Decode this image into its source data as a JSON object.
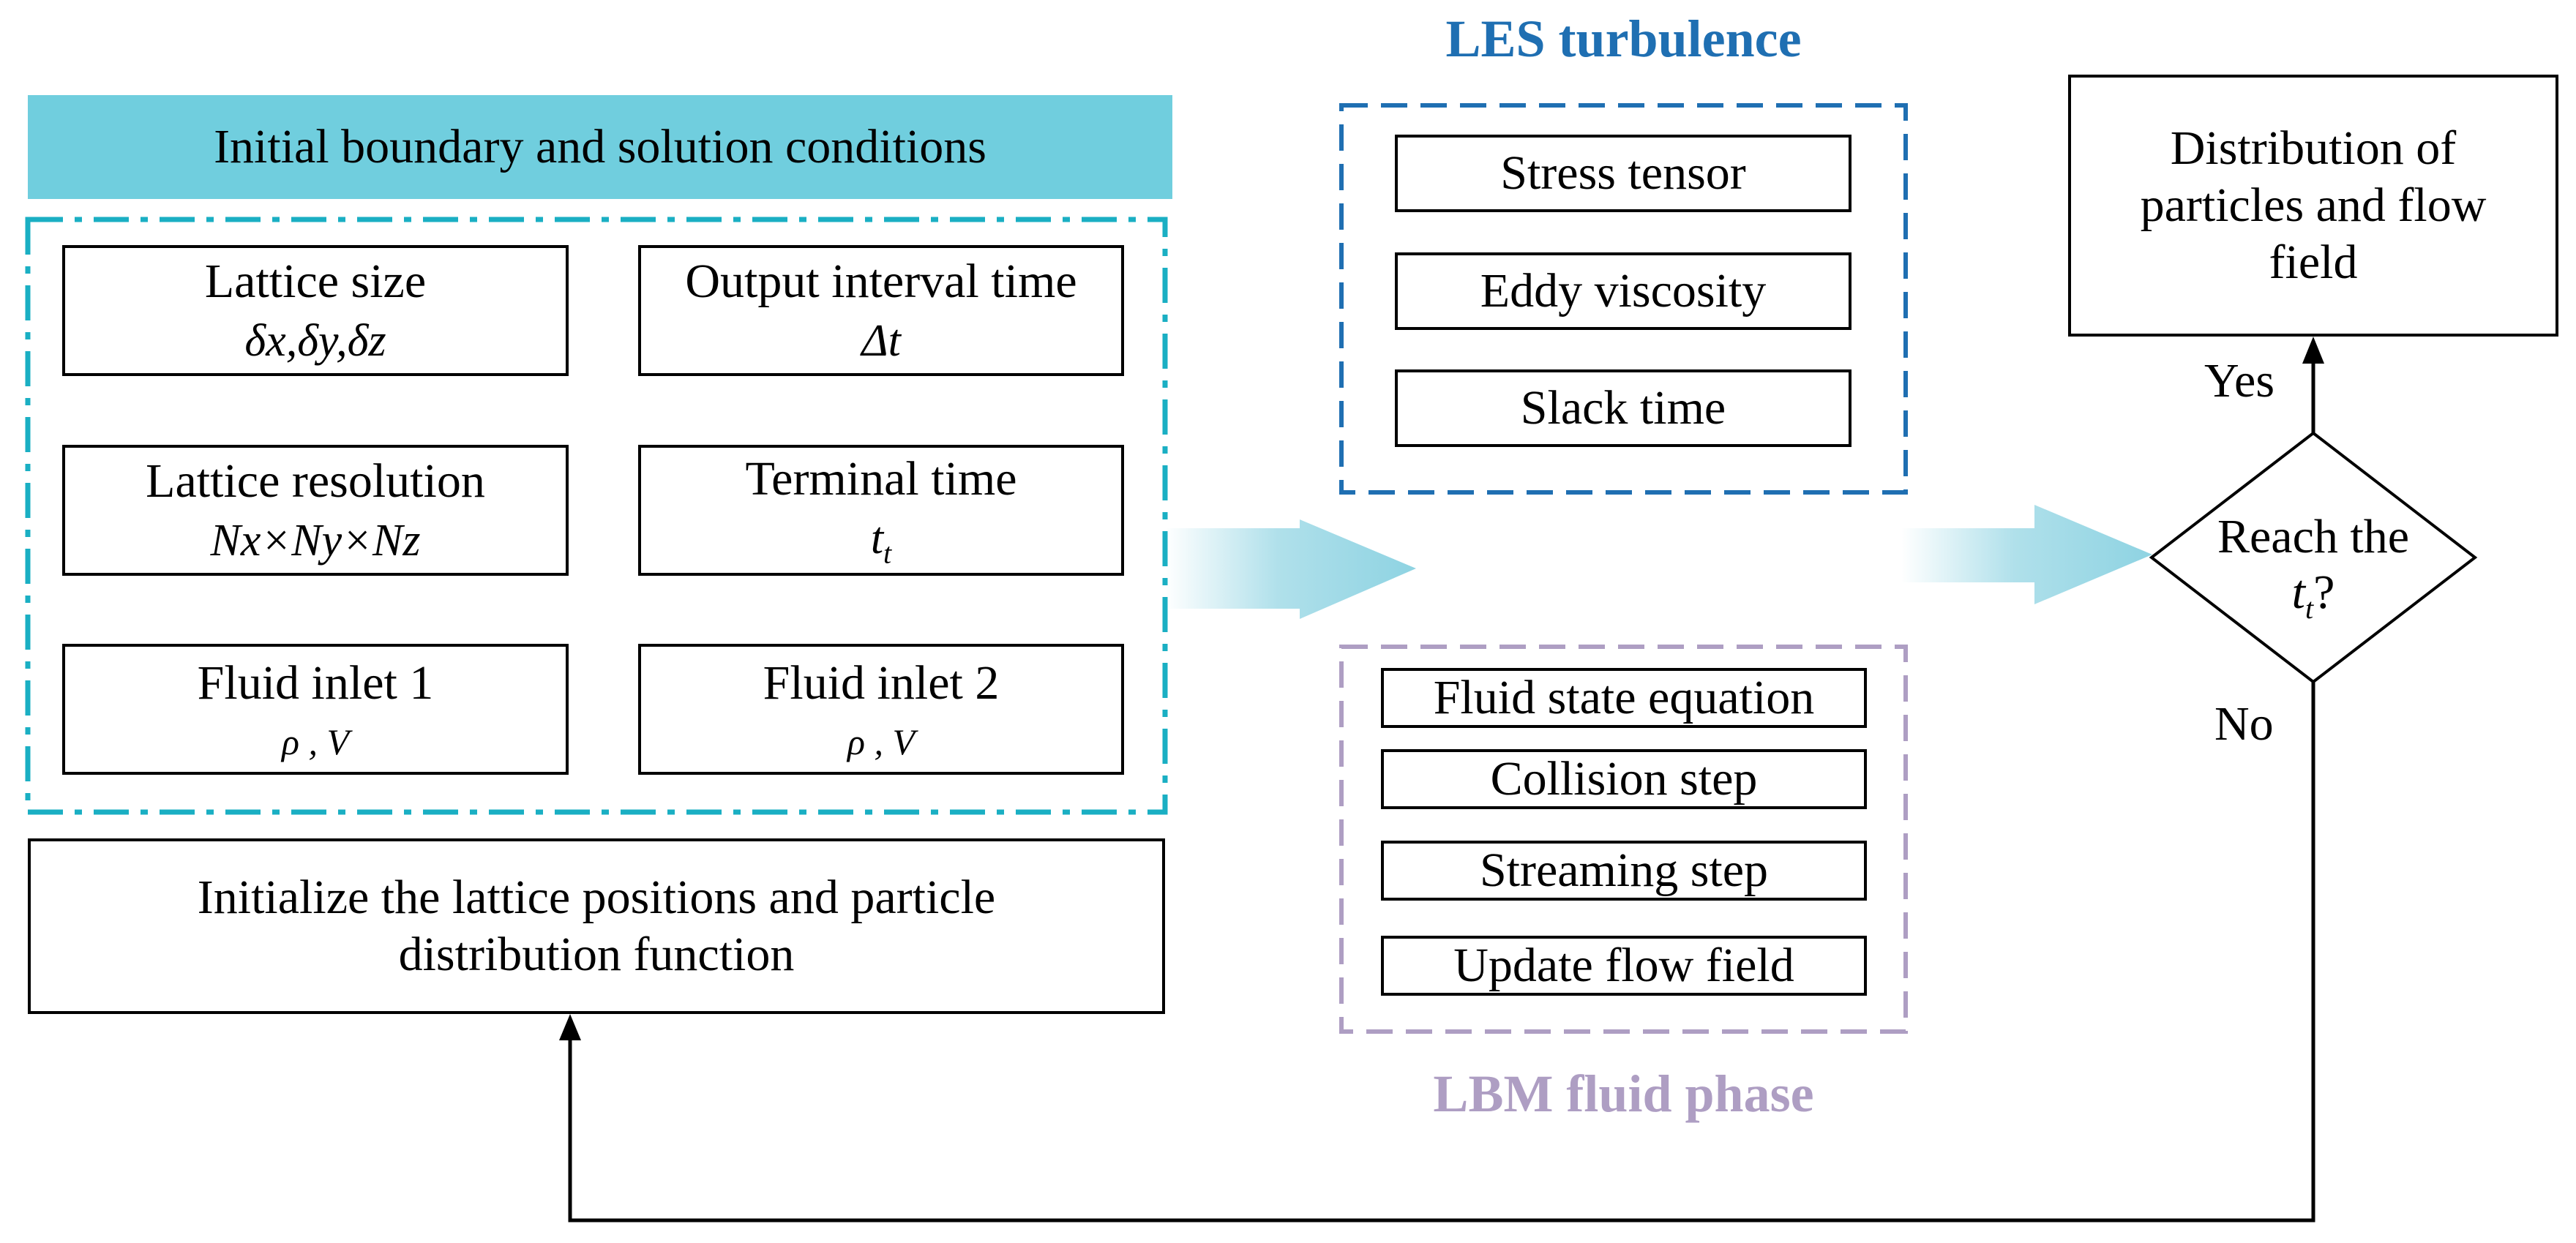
{
  "colors": {
    "banner": "#70CEDE",
    "teal_border": "#1AAFC3",
    "les_blue": "#1F6FB2",
    "lbm_purple": "#AE9EC3",
    "arrow_fill": "#8ED3E2"
  },
  "initial": {
    "banner": "Initial boundary and solution conditions",
    "lattice_size": {
      "label": "Lattice size",
      "value": "δx,δy,δz"
    },
    "output_interval": {
      "label": "Output interval time",
      "value": "Δt"
    },
    "lattice_resolution": {
      "label": "Lattice resolution",
      "value": "Nx×Ny×Nz"
    },
    "terminal_time": {
      "label": "Terminal time",
      "value": "t",
      "value_sub": "t"
    },
    "fluid_inlet_1": {
      "label": "Fluid inlet 1",
      "value": "ρ , V"
    },
    "fluid_inlet_2": {
      "label": "Fluid inlet 2",
      "value": "ρ , V"
    },
    "initialize": {
      "line1": "Initialize the lattice positions and particle",
      "line2": "distribution function"
    }
  },
  "les": {
    "title": "LES turbulence",
    "items": [
      "Stress tensor",
      "Eddy viscosity",
      "Slack time"
    ]
  },
  "lbm": {
    "title": "LBM fluid phase",
    "items": [
      "Fluid state equation",
      "Collision step",
      "Streaming step",
      "Update flow field"
    ]
  },
  "decision": {
    "text": "Reach the",
    "var": "t",
    "var_sub": "t",
    "suffix": "?",
    "yes": "Yes",
    "no": "No"
  },
  "output": {
    "line1": "Distribution of",
    "line2": "particles and flow",
    "line3": "field"
  }
}
